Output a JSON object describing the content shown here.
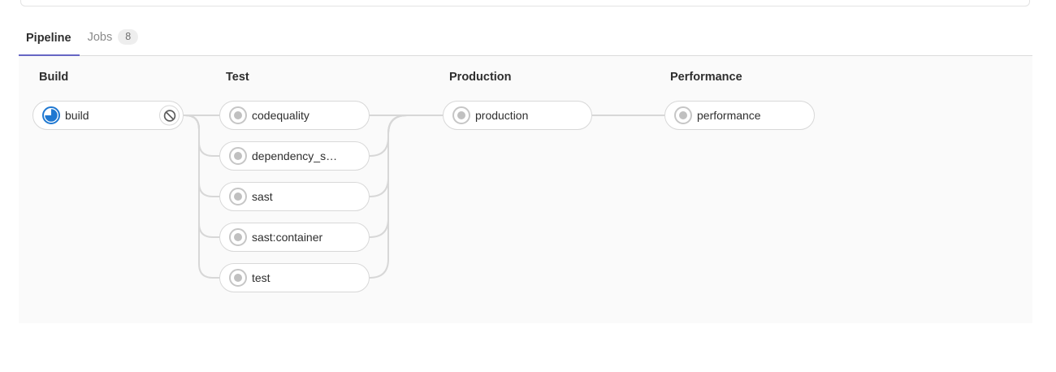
{
  "tabs": {
    "pipeline": {
      "label": "Pipeline"
    },
    "jobs": {
      "label": "Jobs",
      "badge": "8"
    }
  },
  "pipeline": {
    "stages": [
      {
        "name": "Build",
        "jobs": [
          {
            "label": "build",
            "status": "running",
            "action": "cancel"
          }
        ]
      },
      {
        "name": "Test",
        "jobs": [
          {
            "label": "codequality",
            "status": "created"
          },
          {
            "label": "dependency_s…",
            "status": "created"
          },
          {
            "label": "sast",
            "status": "created"
          },
          {
            "label": "sast:container",
            "status": "created"
          },
          {
            "label": "test",
            "status": "created"
          }
        ]
      },
      {
        "name": "Production",
        "jobs": [
          {
            "label": "production",
            "status": "created"
          }
        ]
      },
      {
        "name": "Performance",
        "jobs": [
          {
            "label": "performance",
            "status": "created"
          }
        ]
      }
    ]
  },
  "icons": {
    "running": "running-status-icon",
    "created": "created-status-icon",
    "cancel": "cancel-icon"
  },
  "colors": {
    "tab_accent": "#6666c4",
    "running_blue": "#1f78d1",
    "created_gray": "#c0c0c0",
    "cancel_gray": "#5e5e5e",
    "connector": "#d7d7d7",
    "graph_background": "#fafafa",
    "pill_border": "#d8d8d8"
  }
}
